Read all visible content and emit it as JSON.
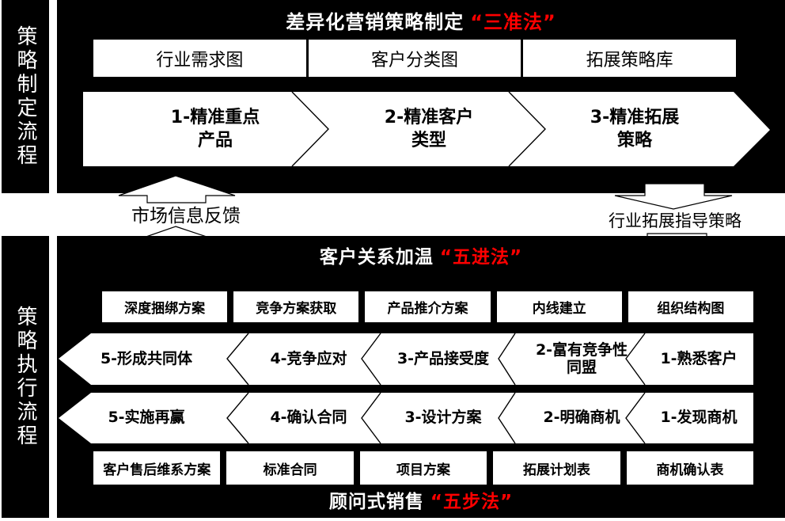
{
  "colors": {
    "page_bg": "#ffffff",
    "panel_bg": "#000000",
    "accent_red": "#ff0000",
    "box_bg": "#ffffff",
    "box_text": "#000000",
    "panel_text": "#ffffff"
  },
  "strategy_design": {
    "sidebar_label": "策略制定流程",
    "title": "差异化营销策略制定",
    "title_highlight": "“三准法”",
    "tool_boxes": [
      "行业需求图",
      "客户分类图",
      "拓展策略库"
    ],
    "steps": [
      "1-精准重点\n产品",
      "2-精准客户\n类型",
      "3-精准拓展\n策略"
    ]
  },
  "connectors": {
    "feedback_up_label": "市场信息反馈",
    "guidance_down_label": "行业拓展指导策略"
  },
  "strategy_execution": {
    "sidebar_label": "策略执行流程",
    "title": "客户关系加温",
    "title_highlight": "“五进法”",
    "warming_boxes": [
      "深度捆绑方案",
      "竞争方案获取",
      "产品推介方案",
      "内线建立",
      "组织结构图"
    ],
    "warming_steps": [
      "5-形成共同体",
      "4-竞争应对",
      "3-产品接受度",
      "2-富有竞争性\n同盟",
      "1-熟悉客户"
    ],
    "selling_steps": [
      "5-实施再赢",
      "4-确认合同",
      "3-设计方案",
      "2-明确商机",
      "1-发现商机"
    ],
    "deliverable_boxes": [
      "客户售后维系方案",
      "标准合同",
      "项目方案",
      "拓展计划表",
      "商机确认表"
    ],
    "footer_title": "顾问式销售",
    "footer_highlight": "“五步法”"
  }
}
